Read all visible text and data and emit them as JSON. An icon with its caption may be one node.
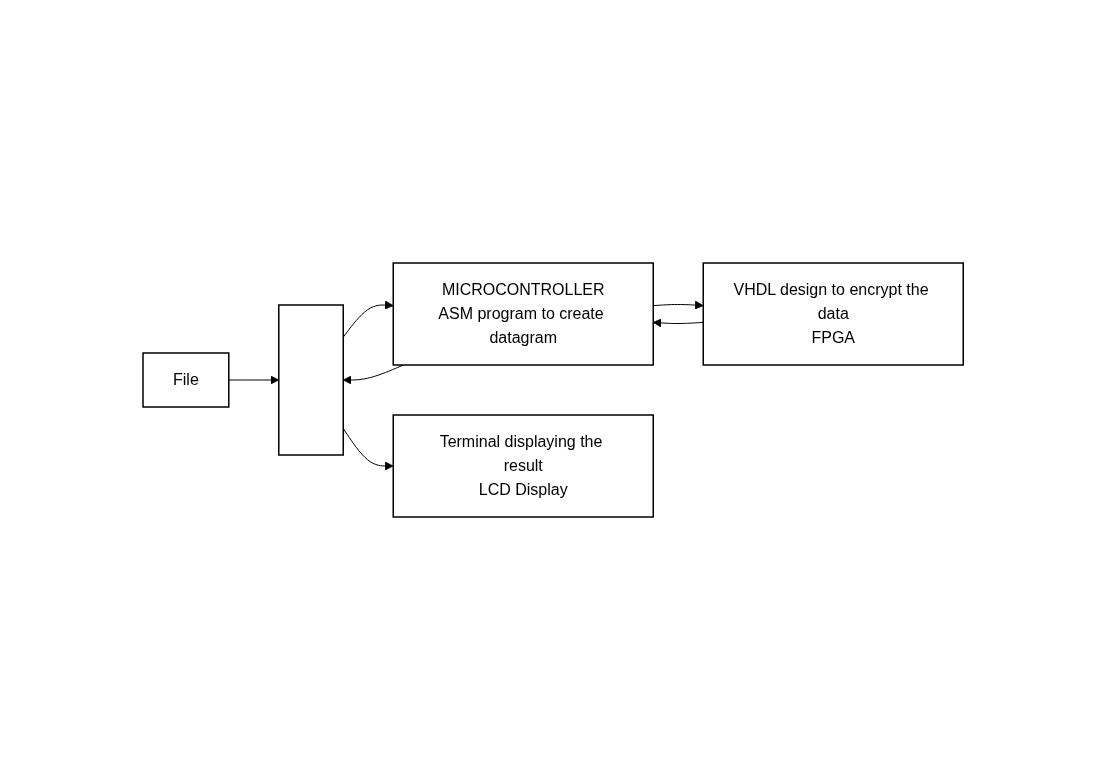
{
  "diagram": {
    "nodes": [
      {
        "text": [
          "File"
        ]
      },
      {
        "text": [],
        "shape": "bar"
      },
      {
        "text": [
          "MICROCONTROLLER",
          "ASM program to create datagram"
        ]
      },
      {
        "text": [
          "Terminal displaying the result",
          "LCD Display"
        ]
      },
      {
        "text": [
          "VHDL design to encrypt the data",
          "FPGA"
        ]
      }
    ],
    "edges": [
      {
        "from": 0,
        "to": 1,
        "arrow": "to"
      },
      {
        "from": 1,
        "to": 2,
        "arrow": "to"
      },
      {
        "from": 2,
        "to": 1,
        "arrow": "to"
      },
      {
        "from": 1,
        "to": 3,
        "arrow": "to"
      },
      {
        "from": 2,
        "to": 4,
        "arrow": "to"
      },
      {
        "from": 4,
        "to": 2,
        "arrow": "to"
      }
    ]
  }
}
